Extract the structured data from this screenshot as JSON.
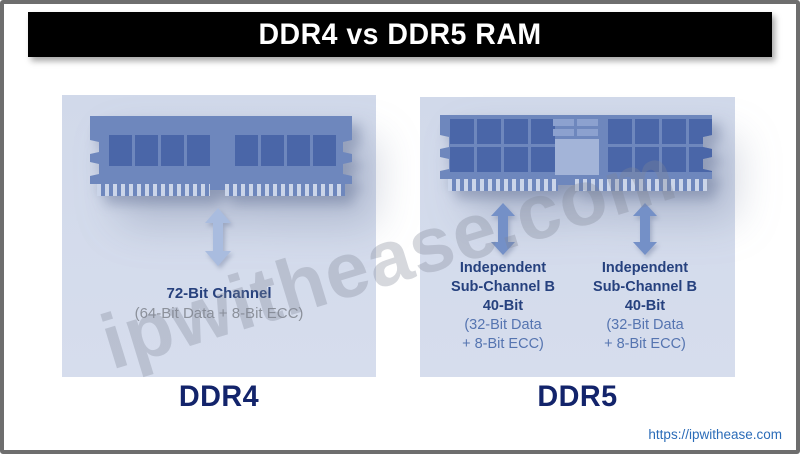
{
  "title": "DDR4 vs DDR5 RAM",
  "watermark": "ipwithease.com",
  "footer": {
    "url_text": "https://ipwithease.com"
  },
  "left_panel": {
    "caption_bold": "72-Bit Channel",
    "caption_sub": "(64-Bit Data + 8-Bit ECC)",
    "label": "DDR4"
  },
  "right_panel": {
    "label": "DDR5",
    "columns": [
      {
        "l1": "Independent",
        "l2": "Sub-Channel B",
        "l3": "40-Bit",
        "l4": "(32-Bit Data",
        "l5": "+ 8-Bit ECC)"
      },
      {
        "l1": "Independent",
        "l2": "Sub-Channel B",
        "l3": "40-Bit",
        "l4": "(32-Bit Data",
        "l5": "+ 8-Bit ECC)"
      }
    ]
  },
  "icons": {
    "ddr4_arrow": "double-vertical-arrow",
    "ddr5_arrow_left": "double-vertical-arrow",
    "ddr5_arrow_right": "double-vertical-arrow"
  },
  "colors": {
    "title_bg": "#000000",
    "title_fg": "#ffffff",
    "panel_bg": "#d4dbea",
    "board_blue": "#6e87bd",
    "chip_blue": "#4a66a8",
    "pin_light": "#cbd5e9",
    "pmic_light": "#a3b4d8",
    "arrow_light": "#a9bcdf",
    "arrow_dark": "#7490c7",
    "heading_blue": "#27417d",
    "sub_gray": "#8c919b",
    "sub_blue": "#5574b0",
    "label_navy": "#13246b",
    "url_blue": "#2b6cb8"
  }
}
